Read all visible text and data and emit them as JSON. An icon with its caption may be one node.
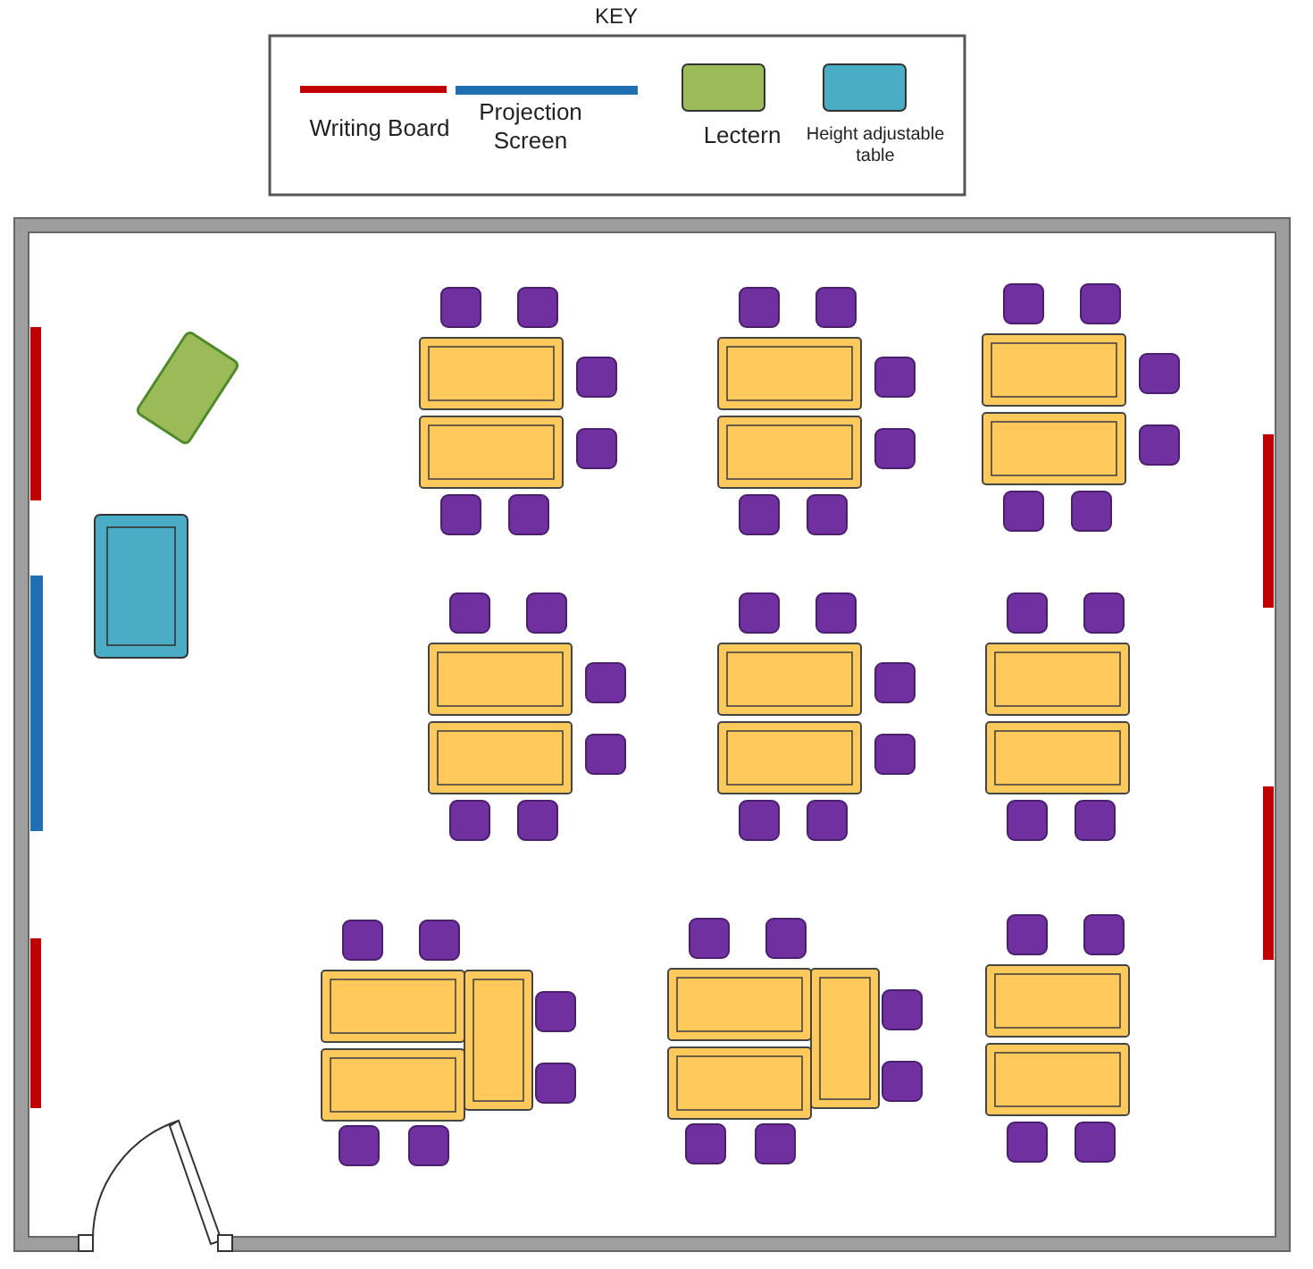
{
  "diagram": {
    "labels": [
      "KEY"
    ],
    "legend": [
      {
        "text": "Writing Board",
        "color": "#c00000"
      },
      {
        "text": "Projection Screen",
        "color": "#1f6fb2"
      },
      {
        "text": "Lectern",
        "color": "#9bbb59"
      },
      {
        "text": "Height adjustable table",
        "color": "#4bacc6"
      }
    ]
  }
}
